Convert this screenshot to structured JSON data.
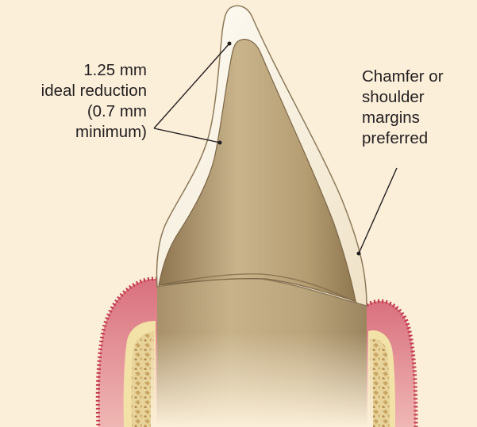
{
  "annotations": {
    "reduction": {
      "lines": [
        "1.25 mm",
        "ideal reduction",
        "(0.7 mm",
        "minimum)"
      ]
    },
    "margins": {
      "lines": [
        "Chamfer or",
        "shoulder",
        "margins",
        "preferred"
      ]
    }
  },
  "colors": {
    "background": "#fbefd9",
    "gingiva": "#d98a8e",
    "gingiva_edge": "#c23a4d",
    "bone": "#e9d79a",
    "enamel_shell": "#fdf8ef",
    "tooth_core": "#b9a27a",
    "root": "#bfa880",
    "leader_lines": "#231f20"
  }
}
